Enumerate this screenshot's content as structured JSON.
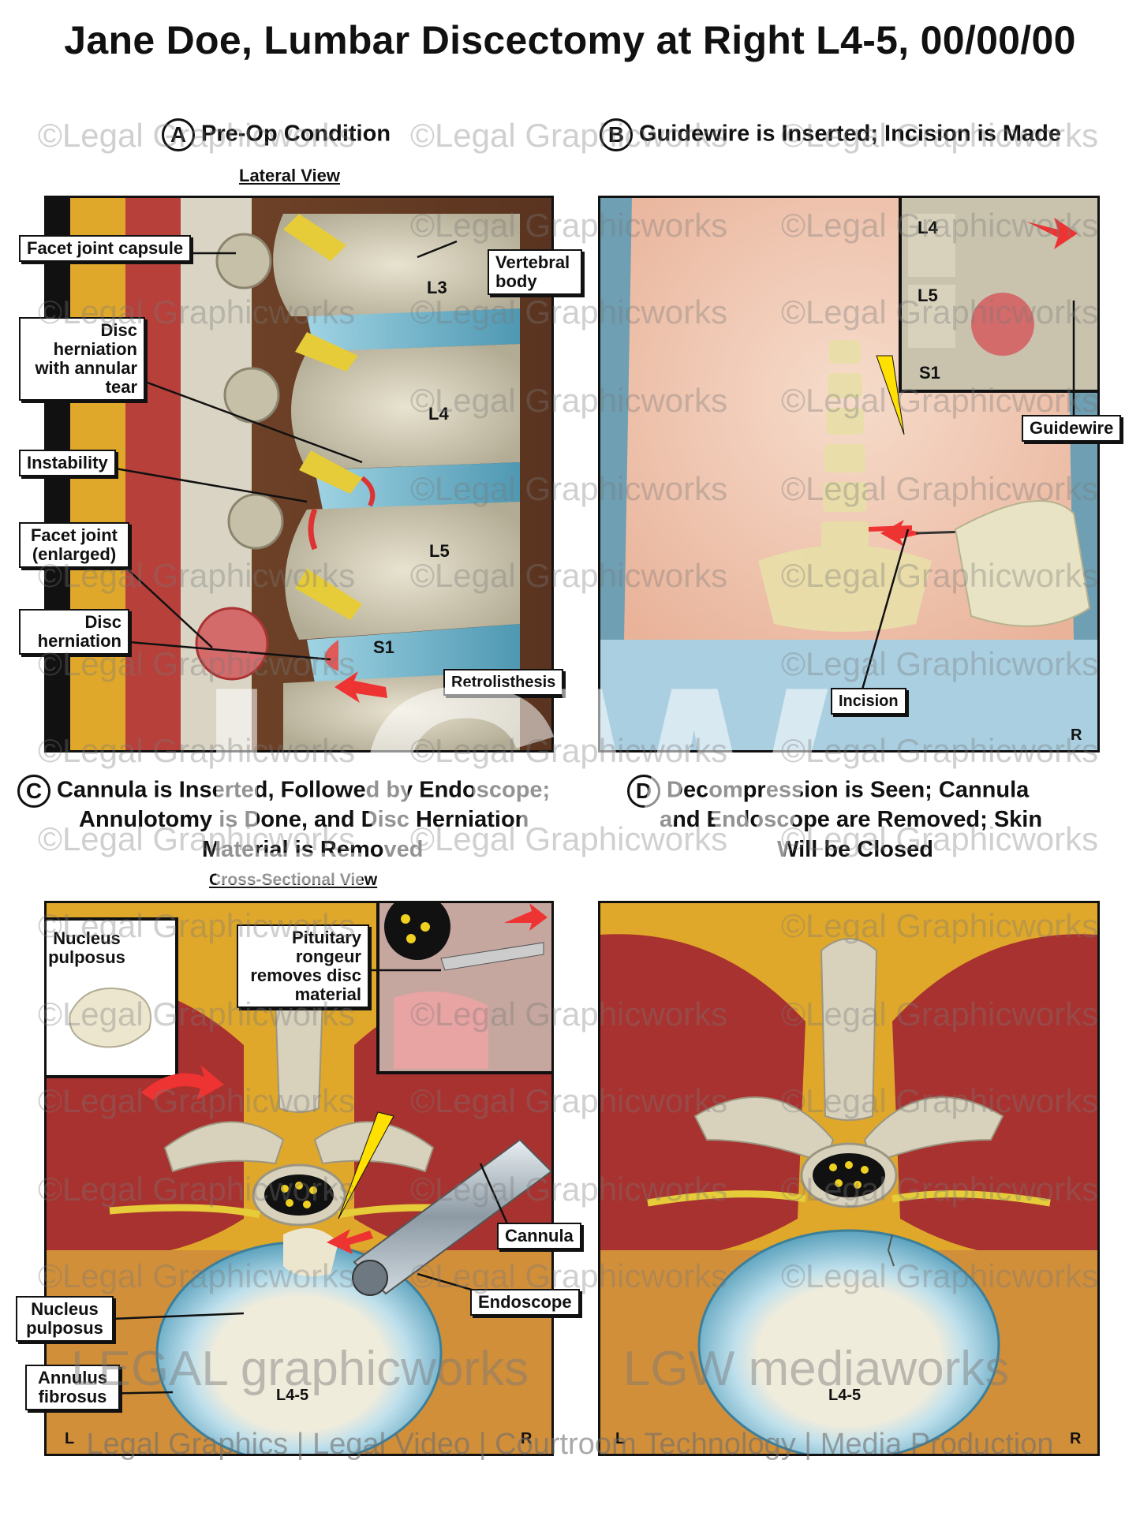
{
  "title": "Jane Doe, Lumbar Discectomy at Right L4-5, 00/00/00",
  "panels": {
    "a": {
      "letter": "A",
      "heading": "Pre-Op Condition",
      "subheading": "Lateral View",
      "callouts": {
        "facet_capsule": "Facet joint capsule",
        "disc_herniation_annular": "Disc herniation with annular tear",
        "instability": "Instability",
        "facet_enlarged": "Facet joint (enlarged)",
        "disc_herniation": "Disc herniation",
        "vertebral_body": "Vertebral body",
        "retrolisthesis": "Retrolisthesis"
      },
      "levels": {
        "l3": "L3",
        "l4": "L4",
        "l5": "L5",
        "s1": "S1"
      }
    },
    "b": {
      "letter": "B",
      "heading": "Guidewire is Inserted; Incision is Made",
      "callouts": {
        "guidewire": "Guidewire",
        "incision": "Incision"
      },
      "levels": {
        "l4": "L4",
        "l5": "L5",
        "s1": "S1"
      },
      "corner_r": "R"
    },
    "c": {
      "letter": "C",
      "heading_line1": "Cannula is Inserted, Followed by Endoscope;",
      "heading_line2": "Annulotomy is Done, and Disc Herniation",
      "heading_line3": "Material is Removed",
      "subheading": "Cross-Sectional View",
      "callouts": {
        "nucleus_inset": "Nucleus pulposus",
        "rongeur": "Pituitary rongeur removes disc material",
        "cannula": "Cannula",
        "endoscope": "Endoscope",
        "nucleus": "Nucleus pulposus",
        "annulus": "Annulus fibrosus"
      },
      "level": "L4-5",
      "corner_l": "L",
      "corner_r": "R"
    },
    "d": {
      "letter": "D",
      "heading_line1": "Decompression is Seen; Cannula",
      "heading_line2": "and Endoscope are Removed; Skin",
      "heading_line3": "Will be Closed",
      "level": "L4-5",
      "corner_l": "L",
      "corner_r": "R"
    }
  },
  "watermark": "©Legal Graphicworks",
  "brand_left": "LEGAL graphicworks",
  "brand_right": "LGW mediaworks",
  "brand_center": "LGW",
  "footer": "Legal Graphics | Legal Video | Courtroom Technology | Media Production",
  "colors": {
    "bone": "#d8d2bd",
    "disc": "#6fb6cf",
    "muscle": "#a8322f",
    "fat": "#e0a82a",
    "skin": "#f2cdb8",
    "nerve": "#e6cc38"
  }
}
